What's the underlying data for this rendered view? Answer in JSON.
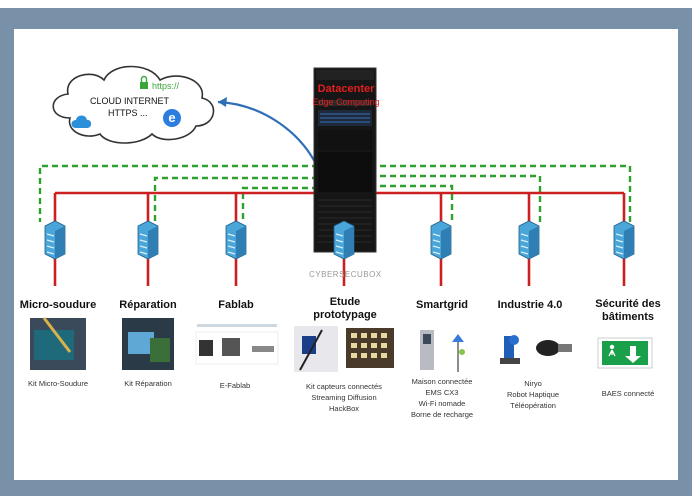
{
  "cloud": {
    "line1": "CLOUD INTERNET",
    "line2": "HTTPS ...",
    "https_label": "https://"
  },
  "datacenter": {
    "title": "Datacenter",
    "subtitle": "Edge Computing",
    "brand": "CYBERSECUBOX"
  },
  "colors": {
    "frame": "#7890a8",
    "red_line": "#cc1f1f",
    "green_dashed": "#2ea02e",
    "blue_arrow": "#2f6fb5",
    "datacenter_text": "#e41e1e"
  },
  "nodes": [
    {
      "title": "Micro-soudure",
      "captions": [
        "Kit Micro-Soudure"
      ]
    },
    {
      "title": "Réparation",
      "captions": [
        "Kit Réparation"
      ]
    },
    {
      "title": "Fablab",
      "captions": [
        "E-Fablab"
      ]
    },
    {
      "title": "Etude prototypage",
      "captions": [
        "Kit capteurs connectés",
        "Streaming Diffusion",
        "HackBox"
      ]
    },
    {
      "title": "Smartgrid",
      "captions": [
        "Maison connectée",
        "EMS CX3",
        "Wi-Fi nomade",
        "Borne de recharge"
      ]
    },
    {
      "title": "Industrie 4.0",
      "captions": [
        "Niryo",
        "Robot Haptique",
        "Téléopération"
      ]
    },
    {
      "title": "Sécurité des bâtiments",
      "captions": [
        "BAES connecté"
      ]
    }
  ]
}
